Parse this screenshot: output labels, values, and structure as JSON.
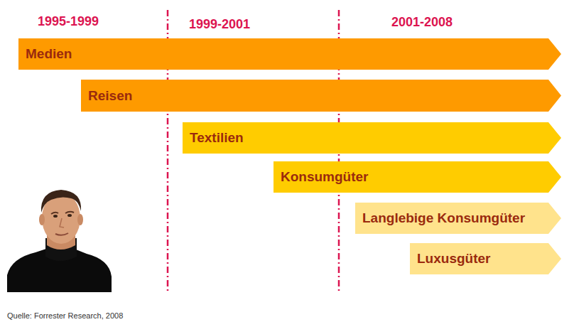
{
  "diagram": {
    "caption": "Quelle: Forrester Research, 2008",
    "nodes": [
      {
        "text": [
          "Medien"
        ]
      },
      {
        "text": [
          "Reisen"
        ]
      },
      {
        "text": [
          "Textilien"
        ]
      },
      {
        "text": [
          "Konsumgüter"
        ]
      },
      {
        "text": [
          "Langlebige Konsumgüter"
        ]
      },
      {
        "text": [
          "Luxusgüter"
        ]
      }
    ],
    "labels": [
      "1995-1999",
      "1999-2001",
      "2001-2008"
    ]
  }
}
